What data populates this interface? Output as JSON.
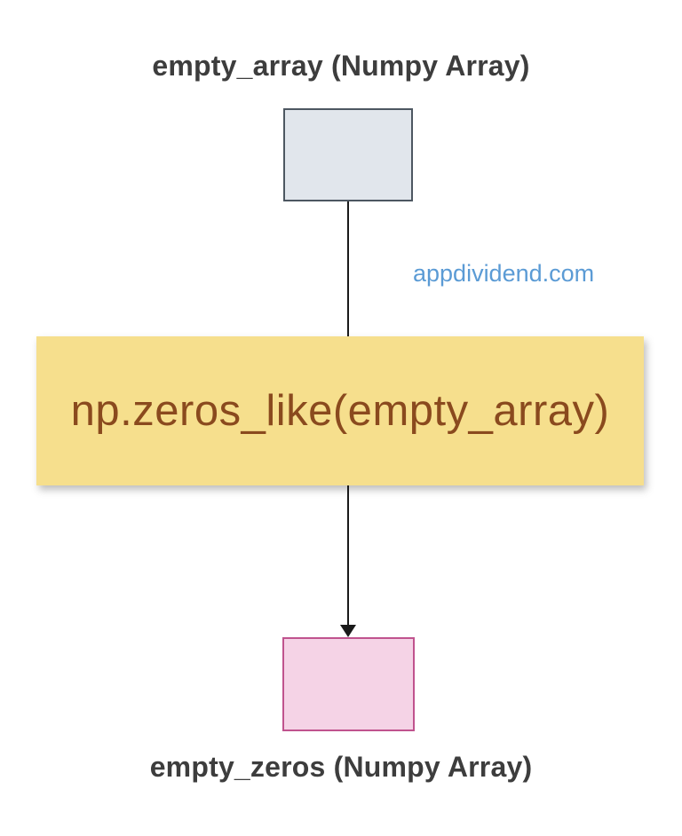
{
  "diagram": {
    "source_label": "empty_array (Numpy Array)",
    "operation_label": "np.zeros_like(empty_array)",
    "result_label": "empty_zeros (Numpy Array)",
    "watermark": "appdividend.com",
    "colors": {
      "source_box_fill": "#e1e6ec",
      "source_box_border": "#4d5761",
      "result_box_fill": "#f5d3e6",
      "result_box_border": "#c0538e",
      "operation_banner_fill": "#f6df8d",
      "operation_text": "#8a4a1e",
      "label_text": "#3d3d3d",
      "watermark_text": "#5b9bd5",
      "arrow": "#1a1a1a"
    }
  }
}
